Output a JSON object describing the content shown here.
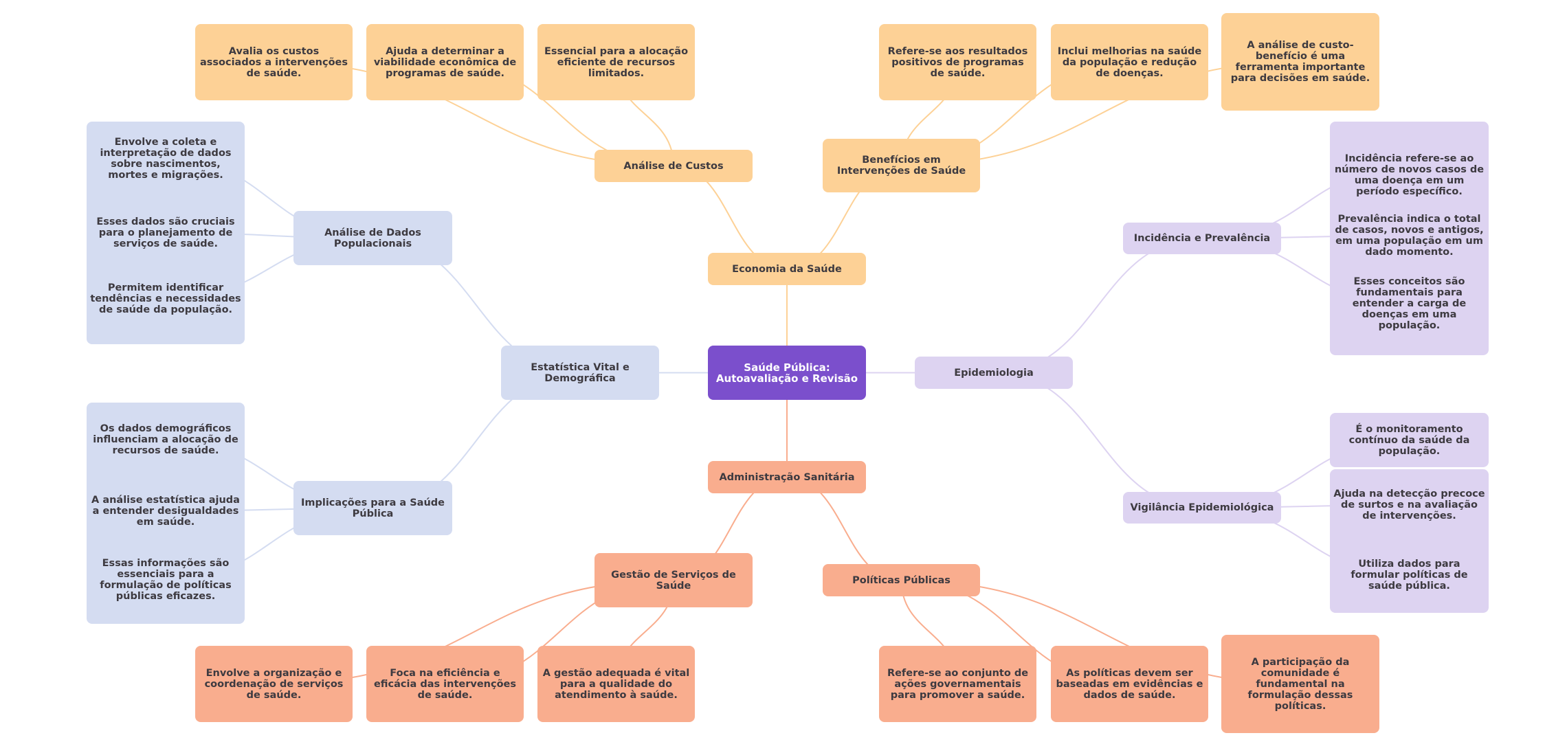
{
  "root": {
    "label": "Saúde Pública: Autoavaliação e Revisão"
  },
  "colors": {
    "root": "#7b4fcc",
    "economia": "#fdd196",
    "administracao": "#f9ad8e",
    "estatistica": "#d4dcf1",
    "epidemiologia": "#ddd3f1"
  },
  "branches": {
    "economia": {
      "label": "Economia da Saúde",
      "analise_custos": {
        "label": "Análise de Custos",
        "leaves": [
          "Avalia os custos associados a intervenções de saúde.",
          "Ajuda a determinar a viabilidade econômica de programas de saúde.",
          "Essencial para a alocação eficiente de recursos limitados."
        ]
      },
      "beneficios": {
        "label": "Benefícios em Intervenções de Saúde",
        "leaves": [
          "Refere-se aos resultados positivos de programas de saúde.",
          "Inclui melhorias na saúde da população e redução de doenças.",
          "A análise de custo-benefício é uma ferramenta importante para decisões em saúde."
        ]
      }
    },
    "administracao": {
      "label": "Administração Sanitária",
      "gestao": {
        "label": "Gestão de Serviços de Saúde",
        "leaves": [
          "Envolve a organização e coordenação de serviços de saúde.",
          "Foca na eficiência e eficácia das intervenções de saúde.",
          "A gestão adequada é vital para a qualidade do atendimento à saúde."
        ]
      },
      "politicas": {
        "label": "Políticas Públicas",
        "leaves": [
          "Refere-se ao conjunto de ações governamentais para promover a saúde.",
          "As políticas devem ser baseadas em evidências e dados de saúde.",
          "A participação da comunidade é fundamental na formulação dessas políticas."
        ]
      }
    },
    "estatistica": {
      "label": "Estatística Vital e Demográfica",
      "analise_dados": {
        "label": "Análise de Dados Populacionais",
        "leaves": [
          "Envolve a coleta e interpretação de dados sobre nascimentos, mortes e migrações.",
          "Esses dados são cruciais para o planejamento de serviços de saúde.",
          "Permitem identificar tendências e necessidades de saúde da população."
        ]
      },
      "implicacoes": {
        "label": "Implicações para a Saúde Pública",
        "leaves": [
          "Os dados demográficos influenciam a alocação de recursos de saúde.",
          "A análise estatística ajuda a entender desigualdades em saúde.",
          "Essas informações são essenciais para a formulação de políticas públicas eficazes."
        ]
      }
    },
    "epidemiologia": {
      "label": "Epidemiologia",
      "incidencia": {
        "label": "Incidência e Prevalência",
        "leaves": [
          "Incidência refere-se ao número de novos casos de uma doença em um período específico.",
          "Prevalência indica o total de casos, novos e antigos, em uma população em um dado momento.",
          "Esses conceitos são fundamentais para entender a carga de doenças em uma população."
        ]
      },
      "vigilancia": {
        "label": "Vigilância Epidemiológica",
        "leaves": [
          "É o monitoramento contínuo da saúde da população.",
          "Ajuda na detecção precoce de surtos e na avaliação de intervenções.",
          "Utiliza dados para formular políticas de saúde pública."
        ]
      }
    }
  }
}
